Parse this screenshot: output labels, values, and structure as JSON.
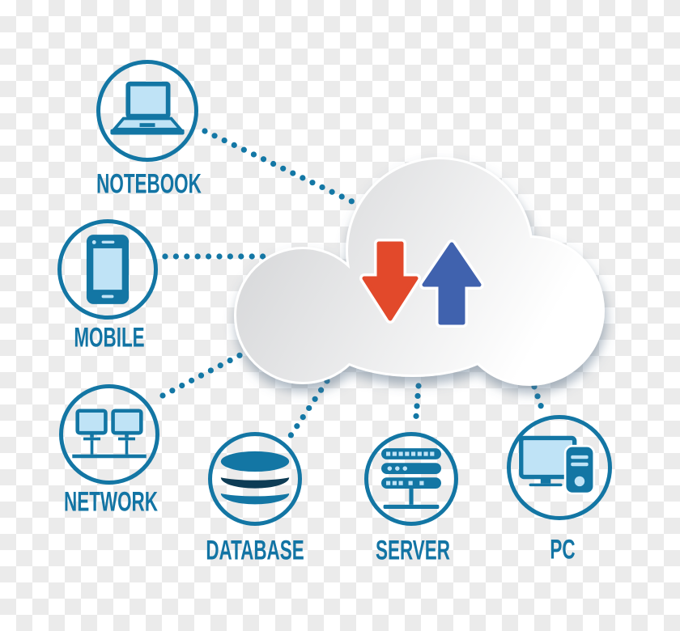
{
  "diagram": {
    "title": "cloud-computing-network-diagram",
    "colors": {
      "primary_teal": "#1376a4",
      "icon_screen_fill": "#bfe3f6",
      "database_dark_disk": "#0d3c55",
      "download_arrow_red": "#e2492b",
      "upload_arrow_blue": "#4062ae",
      "checker_white": "#ffffff",
      "checker_gray": "#ebebeb",
      "cloud_gradient_start": "#d4d5d7",
      "cloud_gradient_end": "#ffffff"
    },
    "cloud": {
      "icons": [
        "download-arrow",
        "upload-arrow"
      ]
    },
    "nodes": [
      {
        "id": "notebook",
        "label": "NOTEBOOK",
        "icon": "laptop-icon"
      },
      {
        "id": "mobile",
        "label": "MOBILE",
        "icon": "smartphone-icon"
      },
      {
        "id": "network",
        "label": "NETWORK",
        "icon": "network-monitors-icon"
      },
      {
        "id": "database",
        "label": "DATABASE",
        "icon": "database-icon"
      },
      {
        "id": "server",
        "label": "SERVER",
        "icon": "server-rack-icon"
      },
      {
        "id": "pc",
        "label": "PC",
        "icon": "desktop-pc-icon"
      }
    ],
    "connections": [
      {
        "from": "notebook",
        "to": "cloud",
        "style": "dotted"
      },
      {
        "from": "mobile",
        "to": "cloud",
        "style": "dotted"
      },
      {
        "from": "network",
        "to": "cloud",
        "style": "dotted"
      },
      {
        "from": "cloud",
        "to": "database",
        "style": "dotted"
      },
      {
        "from": "cloud",
        "to": "server",
        "style": "dotted"
      },
      {
        "from": "cloud",
        "to": "pc",
        "style": "dotted"
      }
    ]
  }
}
